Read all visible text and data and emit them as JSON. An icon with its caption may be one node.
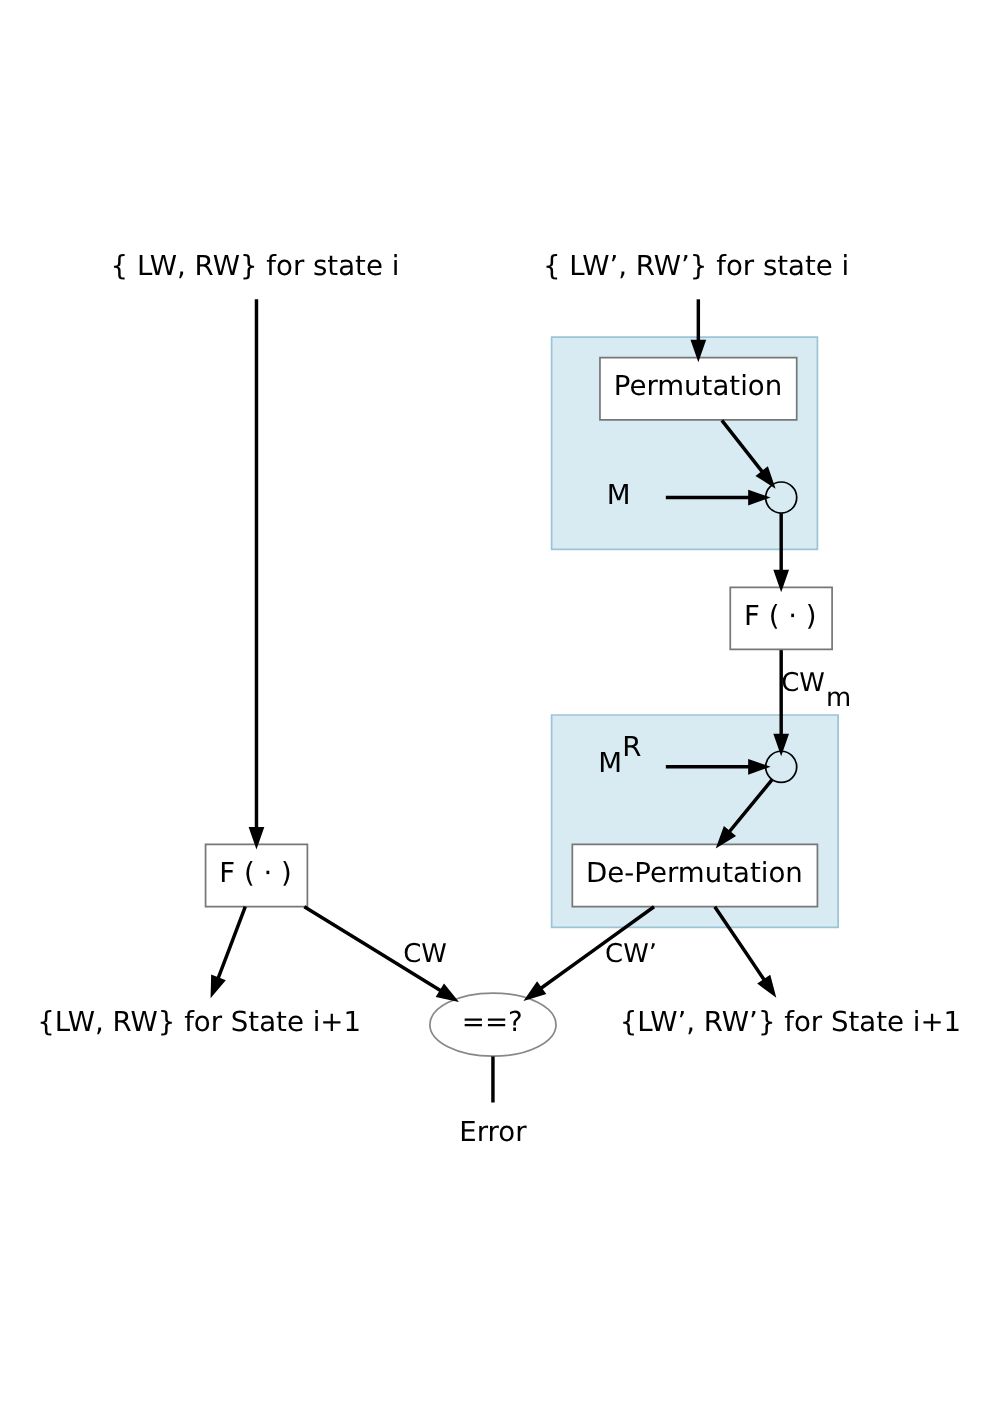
{
  "diagram": {
    "nodes": [
      {
        "text": [
          "{ LW, RW} for state i"
        ]
      },
      {
        "text": [
          "{ LW’, RW’} for state i"
        ]
      },
      {
        "text": [
          "F ( · )"
        ]
      },
      {
        "text": [],
        "shape": "box"
      },
      {
        "text": [
          "Permutation"
        ],
        "in": 3
      },
      {
        "text": [],
        "shape": "circle",
        "in": 3
      },
      {
        "text": [
          "M"
        ],
        "in": 3
      },
      {
        "text": [
          "F ( · )"
        ]
      },
      {
        "text": [],
        "shape": "box"
      },
      {
        "text": [],
        "shape": "circle",
        "in": 8
      },
      {
        "text": [
          "M$^{R}$"
        ],
        "in": 8
      },
      {
        "text": [
          "De-Permutation"
        ],
        "in": 8
      },
      {
        "text": [
          "==?"
        ]
      },
      {
        "text": [
          "Error"
        ]
      },
      {
        "text": [
          "{LW, RW} for State i+1"
        ]
      },
      {
        "text": [
          "{LW’, RW’} for State i+1"
        ]
      }
    ],
    "edges": [
      {
        "from": 0,
        "to": 2,
        "arrow": "to"
      },
      {
        "from": 1,
        "to": 4,
        "arrow": "to"
      },
      {
        "from": 4,
        "to": 5,
        "arrow": "to"
      },
      {
        "from": 6,
        "to": 5,
        "arrow": "to"
      },
      {
        "from": 5,
        "to": 7,
        "arrow": "to"
      },
      {
        "from": 7,
        "to": 9,
        "arrow": "to",
        "label": "CW$_{m}$"
      },
      {
        "from": 10,
        "to": 9,
        "arrow": "to"
      },
      {
        "from": 9,
        "to": 11,
        "arrow": "to"
      },
      {
        "from": 2,
        "to": 12,
        "arrow": "to",
        "label": "CW"
      },
      {
        "from": 11,
        "to": 12,
        "arrow": "to",
        "label": "CW’"
      },
      {
        "from": 12,
        "to": 13,
        "arrow": "none"
      },
      {
        "from": 2,
        "to": 14,
        "arrow": "to"
      },
      {
        "from": 11,
        "to": 15,
        "arrow": "to"
      }
    ]
  }
}
